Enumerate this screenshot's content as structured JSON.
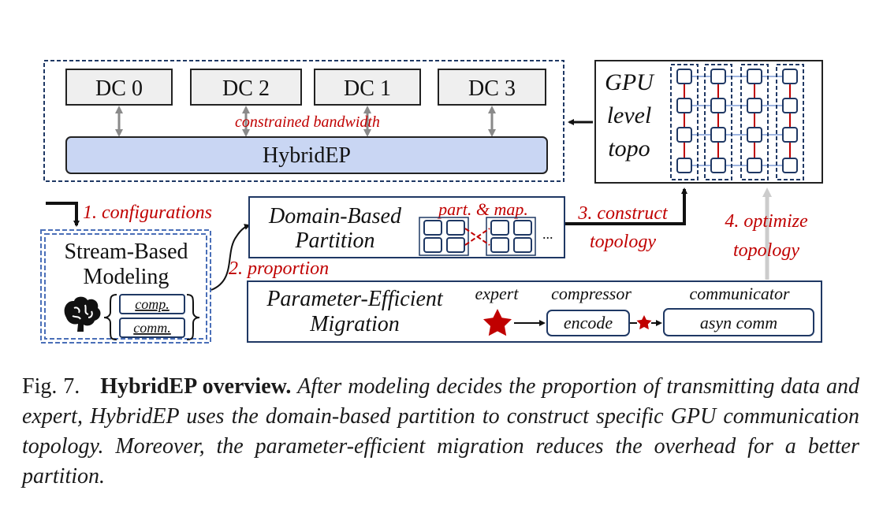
{
  "diagram": {
    "datacenters": [
      "DC 0",
      "DC 2",
      "DC 1",
      "DC 3"
    ],
    "bandwidth_label": "constrained bandwidth",
    "hybridep_label": "HybridEP",
    "gpu_topo": {
      "line1": "GPU",
      "line2": "level",
      "line3": "topo"
    },
    "step1": "1. configurations",
    "step2": "2. proportion",
    "step3": {
      "line1": "3. construct",
      "line2": "topology"
    },
    "step4": {
      "line1": "4. optimize",
      "line2": "topology"
    },
    "modeling": {
      "line1": "Stream-Based",
      "line2": "Modeling",
      "comp": "comp.",
      "comm": "comm.",
      "icon": "brain-icon"
    },
    "partition": {
      "line1": "Domain-Based",
      "line2": "Partition",
      "part_map": "part. & map.",
      "ellipsis": "..."
    },
    "migration": {
      "line1": "Parameter-Efficient",
      "line2": "Migration",
      "expert": "expert",
      "compressor": "compressor",
      "communicator": "communicator",
      "encode": "encode",
      "asyn_comm": "asyn comm"
    },
    "colors": {
      "box_border": "#1f3864",
      "dc_fill": "#efefef",
      "hybrid_fill": "#c9d6f3",
      "red": "#c00000",
      "arrow_gray": "#8a8a8a",
      "gpu_link": "#9db4e0"
    }
  },
  "caption": {
    "fig": "Fig. 7.",
    "title": "HybridEP overview.",
    "body": "After modeling decides the proportion of transmitting data and expert, HybridEP uses the domain-based partition to construct specific GPU communication topology. Moreover, the parameter-efficient migration reduces the overhead for a better partition."
  }
}
